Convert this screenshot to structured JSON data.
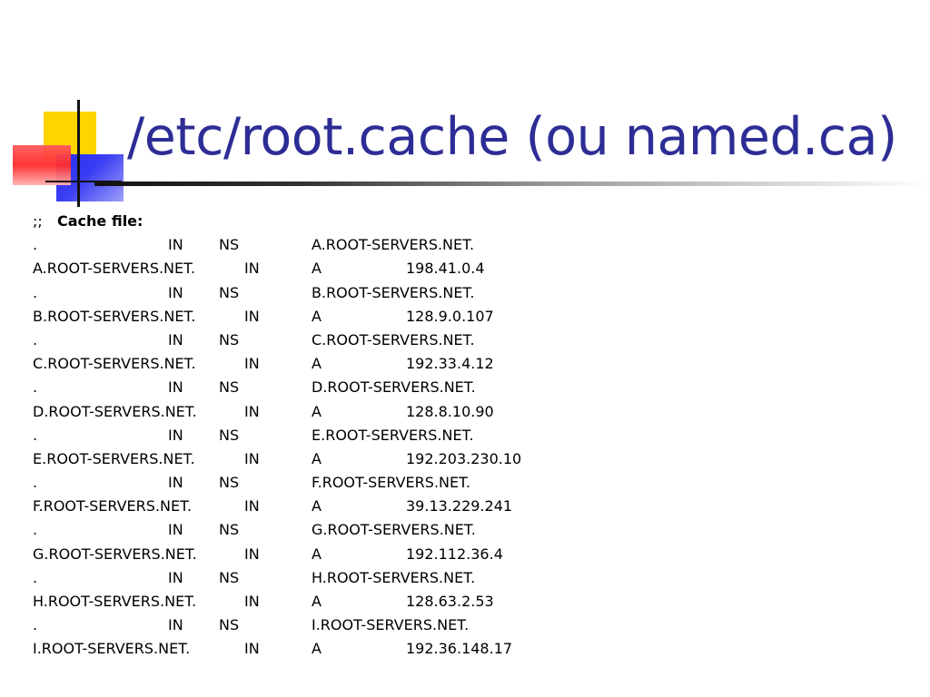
{
  "slide": {
    "title": "/etc/root.cache (ou named.ca)",
    "colors": {
      "title": "#2d2d96",
      "logo_yellow": "#ffd500",
      "logo_blue": "#2b2ff0",
      "logo_red": "#ff2a2a"
    }
  },
  "content": {
    "comment_prefix": ";;",
    "comment_label": "Cache file:",
    "ns_rows": [
      {
        "name": ".",
        "class": "IN",
        "type": "NS",
        "data": "A.ROOT-SERVERS.NET."
      },
      {
        "name": ".",
        "class": "IN",
        "type": "NS",
        "data": "B.ROOT-SERVERS.NET."
      },
      {
        "name": ".",
        "class": "IN",
        "type": "NS",
        "data": "C.ROOT-SERVERS.NET."
      },
      {
        "name": ".",
        "class": "IN",
        "type": "NS",
        "data": "D.ROOT-SERVERS.NET."
      },
      {
        "name": ".",
        "class": "IN",
        "type": "NS",
        "data": "E.ROOT-SERVERS.NET."
      },
      {
        "name": ".",
        "class": "IN",
        "type": "NS",
        "data": "F.ROOT-SERVERS.NET."
      },
      {
        "name": ".",
        "class": "IN",
        "type": "NS",
        "data": "G.ROOT-SERVERS.NET."
      },
      {
        "name": ".",
        "class": "IN",
        "type": "NS",
        "data": "H.ROOT-SERVERS.NET."
      },
      {
        "name": ".",
        "class": "IN",
        "type": "NS",
        "data": "I.ROOT-SERVERS.NET."
      }
    ],
    "a_rows": [
      {
        "name": "A.ROOT-SERVERS.NET.",
        "class": "IN",
        "type": "A",
        "data": "198.41.0.4"
      },
      {
        "name": "B.ROOT-SERVERS.NET.",
        "class": "IN",
        "type": "A",
        "data": "128.9.0.107"
      },
      {
        "name": "C.ROOT-SERVERS.NET.",
        "class": "IN",
        "type": "A",
        "data": "192.33.4.12"
      },
      {
        "name": "D.ROOT-SERVERS.NET.",
        "class": "IN",
        "type": "A",
        "data": "128.8.10.90"
      },
      {
        "name": "E.ROOT-SERVERS.NET.",
        "class": "IN",
        "type": "A",
        "data": "192.203.230.10"
      },
      {
        "name": "F.ROOT-SERVERS.NET.",
        "class": "IN",
        "type": "A",
        "data": "39.13.229.241"
      },
      {
        "name": "G.ROOT-SERVERS.NET.",
        "class": "IN",
        "type": "A",
        "data": "192.112.36.4"
      },
      {
        "name": "H.ROOT-SERVERS.NET.",
        "class": "IN",
        "type": "A",
        "data": "128.63.2.53"
      },
      {
        "name": "I.ROOT-SERVERS.NET.",
        "class": "IN",
        "type": "A",
        "data": "192.36.148.17"
      }
    ]
  }
}
